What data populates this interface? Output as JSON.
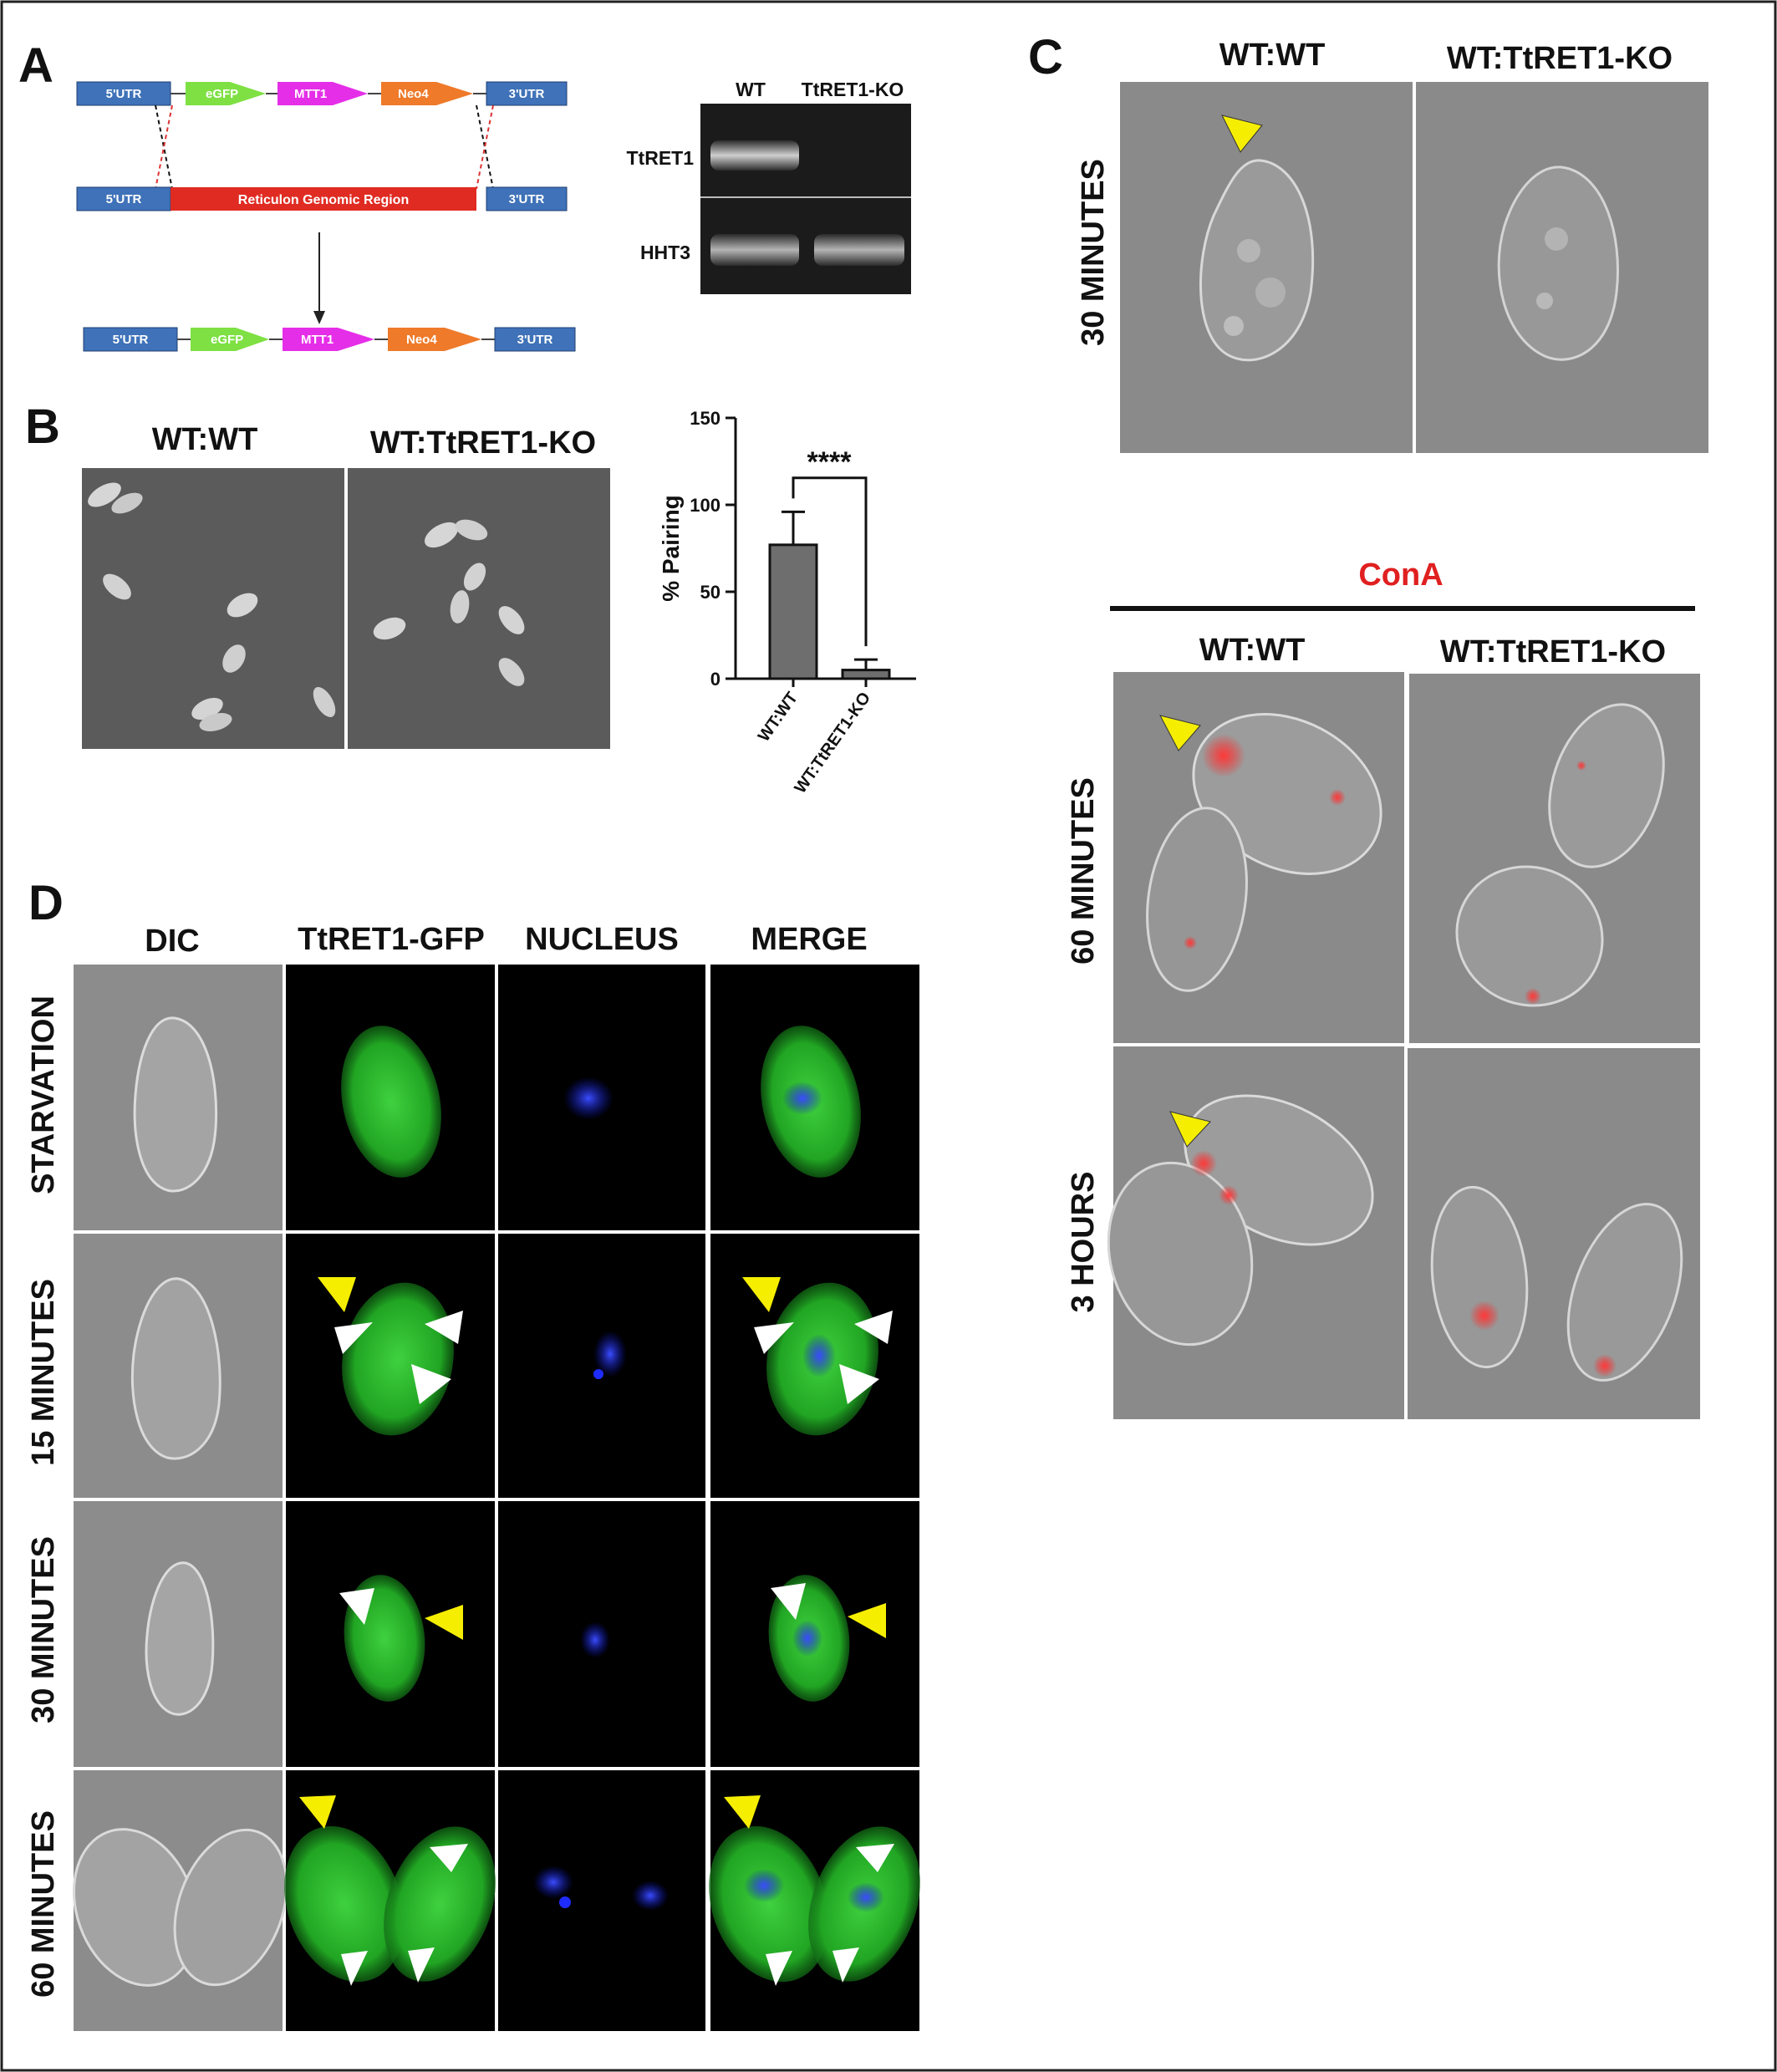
{
  "panels": {
    "A": {
      "letter": "A",
      "construct_top": [
        "5'UTR",
        "eGFP",
        "MTT1",
        "Neo4",
        "3'UTR"
      ],
      "genomic": [
        "5'UTR",
        "Reticulon Genomic Region",
        "3'UTR"
      ],
      "construct_bottom": [
        "5'UTR",
        "eGFP",
        "MTT1",
        "Neo4",
        "3'UTR"
      ],
      "gel": {
        "columns": [
          "WT",
          "TtRET1-KO"
        ],
        "rows": [
          "TtRET1",
          "HHT3"
        ]
      }
    },
    "B": {
      "letter": "B",
      "image_labels": [
        "WT:WT",
        "WT:TtRET1-KO"
      ]
    },
    "C": {
      "letter": "C",
      "columns": [
        "WT:WT",
        "WT:TtRET1-KO"
      ],
      "top_row": "30 MINUTES",
      "cona_label": "ConA",
      "cona_columns": [
        "WT:WT",
        "WT:TtRET1-KO"
      ],
      "rows": [
        "60 MINUTES",
        "3 HOURS"
      ]
    },
    "D": {
      "letter": "D",
      "columns": [
        "DIC",
        "TtRET1-GFP",
        "NUCLEUS",
        "MERGE"
      ],
      "rows": [
        "STARVATION",
        "15 MINUTES",
        "30 MINUTES",
        "60 MINUTES"
      ]
    }
  },
  "chart_data": {
    "type": "bar",
    "categories": [
      "WT:WT",
      "WT:TtRET1-KO"
    ],
    "values": [
      77,
      5
    ],
    "errors": [
      19,
      6
    ],
    "ylabel": "% Pairing",
    "ylim": [
      0,
      150
    ],
    "yticks": [
      0,
      50,
      100,
      150
    ],
    "significance": "****",
    "bar_colors": [
      "#6e6e6e",
      "#6e6e6e"
    ]
  },
  "colors": {
    "utr": "#3f72b8",
    "egfp": "#7ee042",
    "mtt1": "#e52ee8",
    "neo4": "#ee7a2a",
    "genomic": "#e02b22",
    "arrow_yellow": "#f5ee00",
    "arrow_white": "#ffffff",
    "cona_red": "#e02020"
  }
}
